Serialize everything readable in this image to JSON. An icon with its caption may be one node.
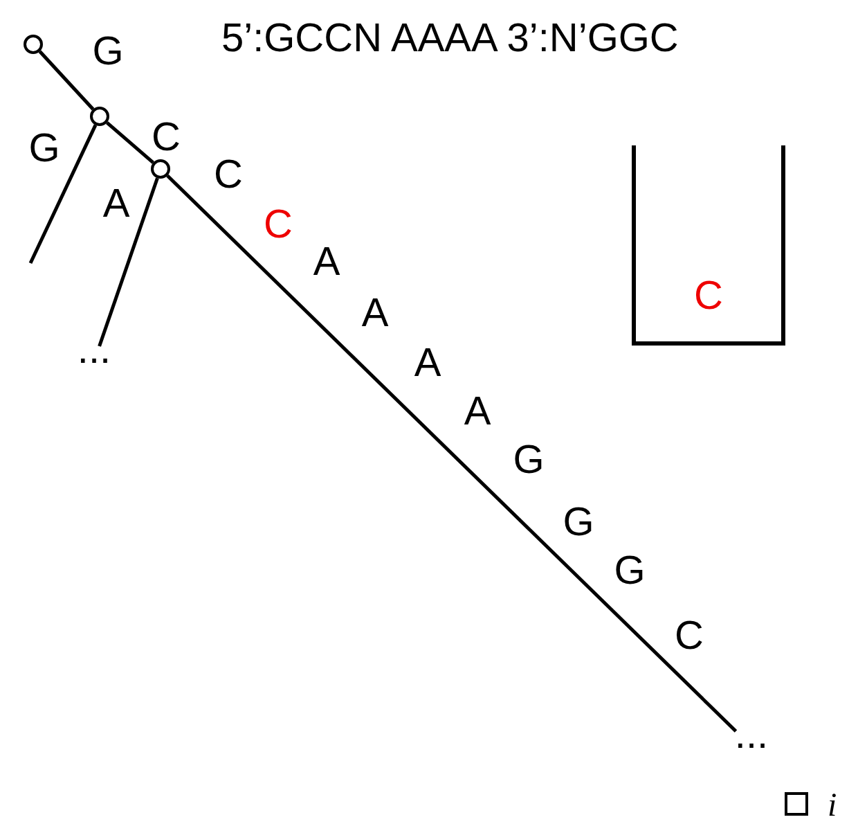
{
  "diagram": {
    "title": "5’:GCCN AAAA 3’:N’GGC",
    "nodes": [
      {
        "text": [],
        "shape": "circle"
      },
      {
        "text": [],
        "shape": "circle"
      },
      {
        "text": [],
        "shape": "circle"
      },
      {
        "text": [
          "..."
        ]
      },
      {
        "text": [
          "..."
        ]
      },
      {
        "text": [
          "C"
        ]
      },
      {
        "text": [],
        "shape": "box",
        "beside": [
          "i"
        ]
      }
    ],
    "edges": [
      {
        "from": 0,
        "to": 1,
        "arrow": "none",
        "label": "G"
      },
      {
        "from": 1,
        "to": 2,
        "arrow": "none",
        "label": "C"
      },
      {
        "from": 1,
        "to": null,
        "arrow": "none",
        "label": "G"
      },
      {
        "from": 2,
        "to": 3,
        "arrow": "none",
        "label": "A"
      },
      {
        "from": 2,
        "to": 4,
        "arrow": "none"
      }
    ],
    "labels": [
      "C",
      "C",
      "A",
      "A",
      "A",
      "A",
      "G",
      "G",
      "G",
      "C"
    ]
  }
}
